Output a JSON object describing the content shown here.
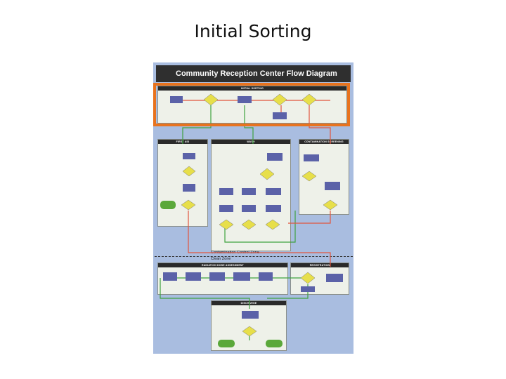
{
  "slide": {
    "title": "Initial Sorting"
  },
  "poster": {
    "title": "Community Reception Center Flow Diagram",
    "sections": {
      "initial_sorting": "INITIAL SORTING",
      "first_aid": "FIRST AID",
      "wash": "WASH",
      "contamination_screening": "CONTAMINATION SCREENING",
      "radiation_dose_assessment": "RADIATION DOSE ASSESSMENT",
      "registration": "REGISTRATION",
      "discharge": "DISCHARGE"
    },
    "zones": {
      "contamination_control_zone": "Contamination Control Zone",
      "clean_zone": "Clean Zone"
    }
  },
  "colors": {
    "poster_bg": "#a9bde0",
    "panel_bg": "#eef1e9",
    "highlight": "#e8731e",
    "process_box": "#5b62a8",
    "decision": "#e7df4a",
    "terminal": "#5aa83a",
    "flow_red": "#e2553d",
    "flow_green": "#3fa23f"
  }
}
